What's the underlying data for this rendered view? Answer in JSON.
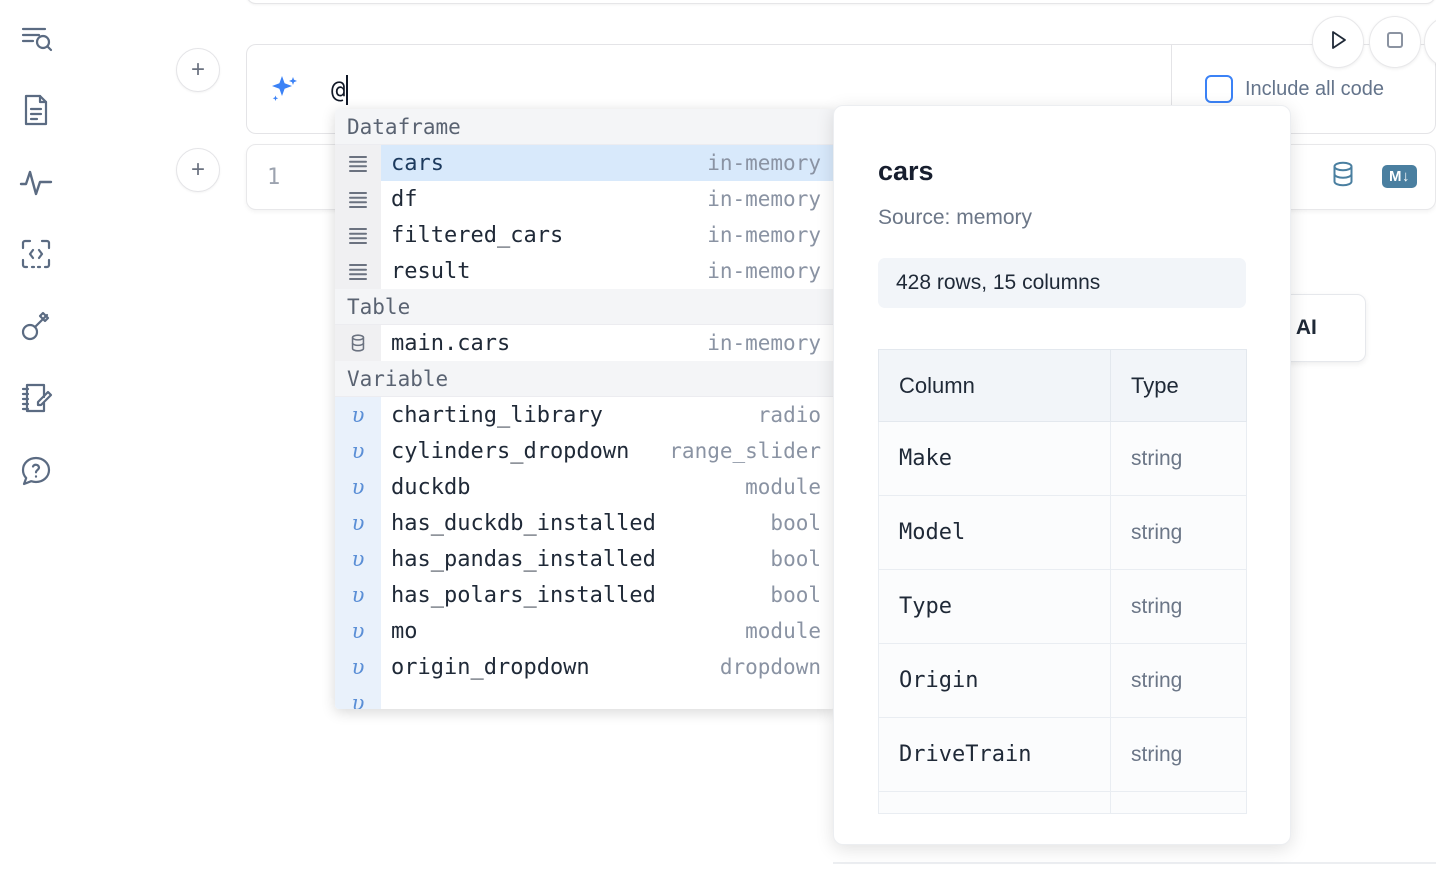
{
  "app": {
    "name": "marimo-notebook"
  },
  "sidebar": {
    "items": [
      {
        "icon": "search-outline-icon",
        "label": "Explore"
      },
      {
        "icon": "document-icon",
        "label": "Notebook file"
      },
      {
        "icon": "activity-pulse-icon",
        "label": "Runtime"
      },
      {
        "icon": "code-brackets-icon",
        "label": "Snippets"
      },
      {
        "icon": "key-icon",
        "label": "Secrets"
      },
      {
        "icon": "notebook-edit-icon",
        "label": "Scratchpad"
      },
      {
        "icon": "chat-question-icon",
        "label": "Help"
      }
    ]
  },
  "toolbar": {
    "run_label": "▷",
    "stop_label": "■",
    "include_all_code_label": "Include all code",
    "include_all_code_checked": false
  },
  "ai_cell": {
    "icon": "sparkle-icon",
    "input_value": "@"
  },
  "code_cell": {
    "line_number": "1",
    "tools": [
      {
        "icon": "database-icon",
        "label": ""
      },
      {
        "icon": "markdown-icon",
        "label": "M"
      }
    ]
  },
  "tooltip": {
    "text": "h AI"
  },
  "autocomplete": {
    "sections": [
      {
        "header": "Dataframe",
        "gutter_style": "dataframe",
        "items": [
          {
            "icon": "dataframe-rows-icon",
            "name": "cars",
            "type": "in-memory",
            "selected": true
          },
          {
            "icon": "dataframe-rows-icon",
            "name": "df",
            "type": "in-memory",
            "selected": false
          },
          {
            "icon": "dataframe-rows-icon",
            "name": "filtered_cars",
            "type": "in-memory",
            "selected": false
          },
          {
            "icon": "dataframe-rows-icon",
            "name": "result",
            "type": "in-memory",
            "selected": false
          }
        ]
      },
      {
        "header": "Table",
        "gutter_style": "table",
        "items": [
          {
            "icon": "database-icon",
            "name": "main.cars",
            "type": "in-memory",
            "selected": false
          }
        ]
      },
      {
        "header": "Variable",
        "gutter_style": "variable",
        "items": [
          {
            "icon": "variable-icon",
            "name": "charting_library",
            "type": "radio",
            "selected": false
          },
          {
            "icon": "variable-icon",
            "name": "cylinders_dropdown",
            "type": "range_slider",
            "selected": false
          },
          {
            "icon": "variable-icon",
            "name": "duckdb",
            "type": "module",
            "selected": false
          },
          {
            "icon": "variable-icon",
            "name": "has_duckdb_installed",
            "type": "bool",
            "selected": false
          },
          {
            "icon": "variable-icon",
            "name": "has_pandas_installed",
            "type": "bool",
            "selected": false
          },
          {
            "icon": "variable-icon",
            "name": "has_polars_installed",
            "type": "bool",
            "selected": false
          },
          {
            "icon": "variable-icon",
            "name": "mo",
            "type": "module",
            "selected": false
          },
          {
            "icon": "variable-icon",
            "name": "origin_dropdown",
            "type": "dropdown",
            "selected": false
          }
        ]
      }
    ]
  },
  "detail_panel": {
    "title": "cars",
    "source": "Source: memory",
    "stats": "428 rows, 15 columns",
    "table": {
      "headers": [
        "Column",
        "Type"
      ],
      "rows": [
        {
          "column": "Make",
          "type": "string"
        },
        {
          "column": "Model",
          "type": "string"
        },
        {
          "column": "Type",
          "type": "string"
        },
        {
          "column": "Origin",
          "type": "string"
        },
        {
          "column": "DriveTrain",
          "type": "string"
        }
      ]
    }
  },
  "colors": {
    "accent_blue": "#3b82f6",
    "selected_row": "#d8e9fb",
    "variable_gutter": "#e9f1fb",
    "section_header_bg": "#f4f5f7",
    "tool_icon": "#4a7fa0"
  }
}
